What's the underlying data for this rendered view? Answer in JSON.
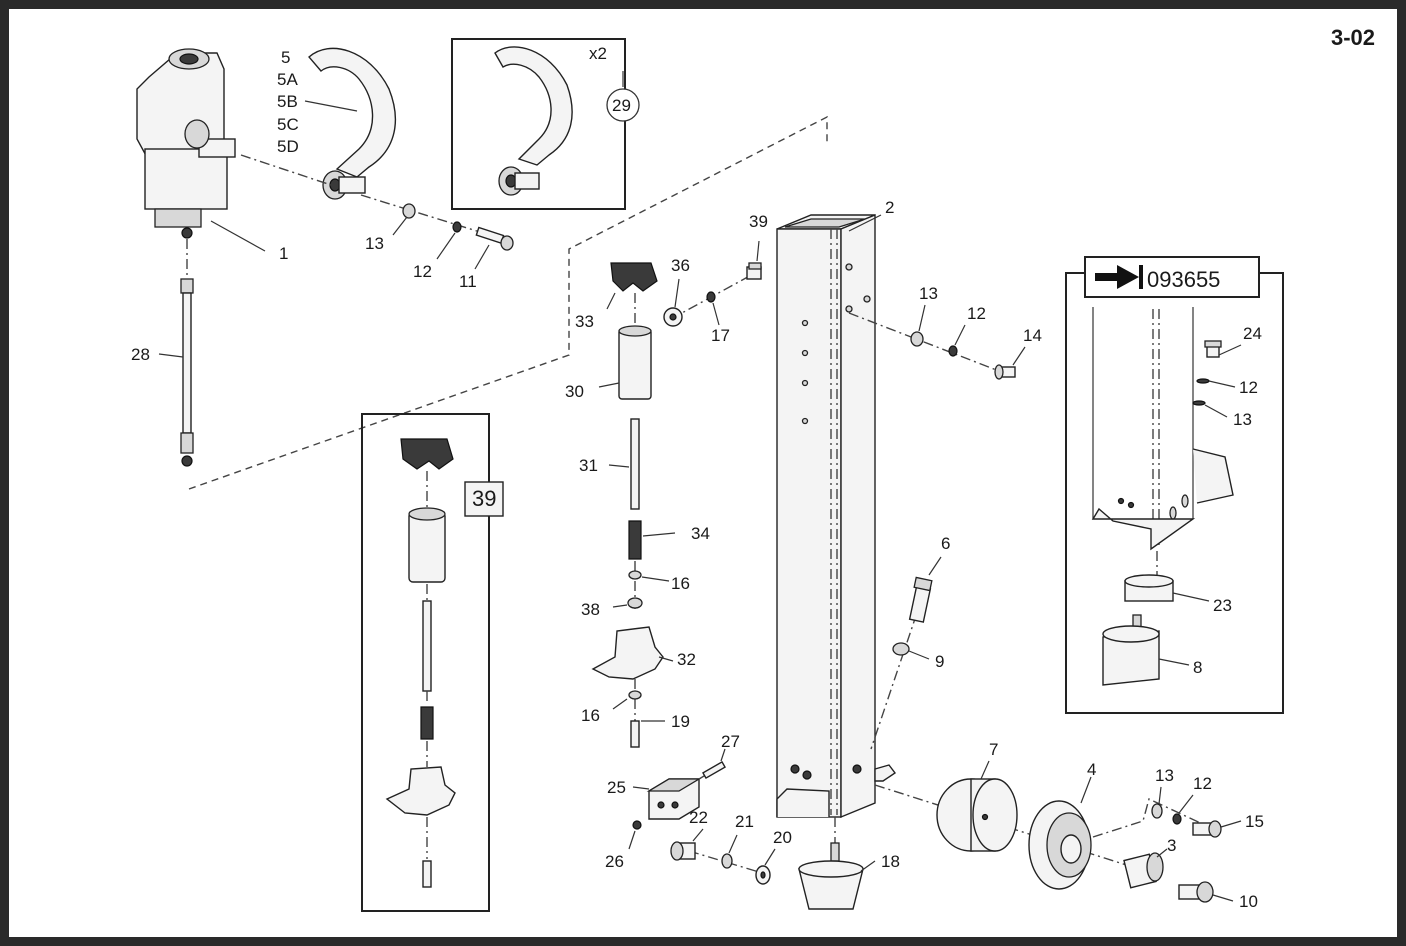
{
  "page_number": "3-02",
  "serial_break": {
    "number": "093655",
    "icon": "arrow-to-line-icon"
  },
  "callouts": {
    "c1": "1",
    "c2": "2",
    "c3": "3",
    "c4": "4",
    "c5": "5",
    "c5a": "5A",
    "c5b": "5B",
    "c5c": "5C",
    "c5d": "5D",
    "c6": "6",
    "c7": "7",
    "c8": "8",
    "c9": "9",
    "c10": "10",
    "c11": "11",
    "c12a": "12",
    "c12b": "12",
    "c12c": "12",
    "c12d": "12",
    "c13a": "13",
    "c13b": "13",
    "c13c": "13",
    "c13d": "13",
    "c14": "14",
    "c15": "15",
    "c16a": "16",
    "c16b": "16",
    "c17": "17",
    "c18": "18",
    "c19": "19",
    "c20": "20",
    "c21": "21",
    "c22": "22",
    "c23": "23",
    "c24": "24",
    "c25": "25",
    "c26": "26",
    "c27": "27",
    "c28": "28",
    "c30": "30",
    "c31": "31",
    "c32": "32",
    "c33": "33",
    "c34": "34",
    "c36": "36",
    "c38": "38",
    "c39": "39"
  },
  "inset_handle": {
    "qty": "x2",
    "item": "29"
  },
  "inset_assembly": {
    "item": "39"
  }
}
